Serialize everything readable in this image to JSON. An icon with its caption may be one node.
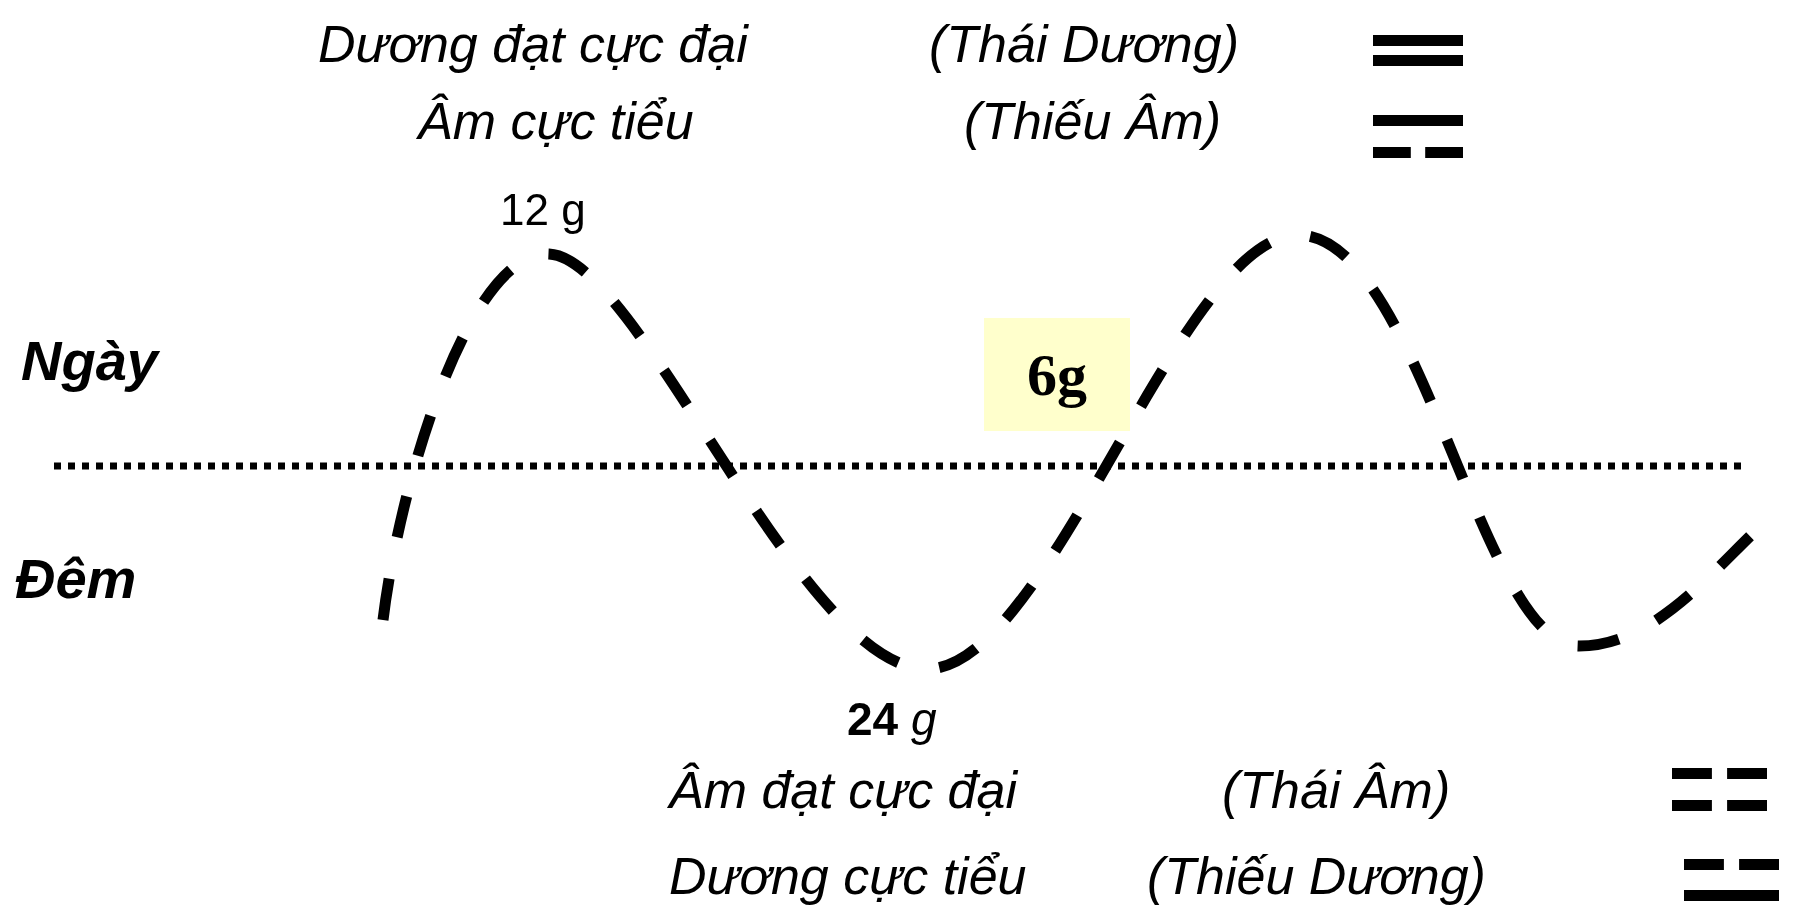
{
  "diagram": {
    "nodes": [
      {
        "text": [
          "6g"
        ]
      }
    ],
    "labels": [
      "Dương đạt cực đại",
      "(Thái Dương)",
      "Âm cực tiểu",
      "(Thiếu Âm)",
      "12 g",
      "Ngày",
      "Đêm",
      "**24** *g*",
      "Âm đạt cực đại",
      "(Thái Âm)",
      "Dương cực tiểu",
      "(Thiếu Dương)"
    ]
  }
}
